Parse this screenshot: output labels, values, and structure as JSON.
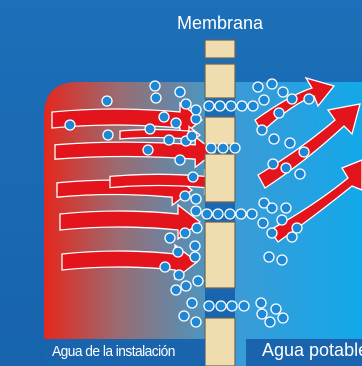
{
  "title": "Membrana",
  "left_label": "Agua de la instalación",
  "right_label": "Agua potable",
  "colors": {
    "background": "#1a6bb4",
    "feed_red": "#e2241c",
    "feed_mid": "#8a8a92",
    "permeate_blue": "#1fa8e6",
    "arrow": "#e3141c",
    "membrane": "#efdcaf",
    "bubble_fill": "#1e88d4",
    "bubble_stroke": "#ffffff"
  }
}
